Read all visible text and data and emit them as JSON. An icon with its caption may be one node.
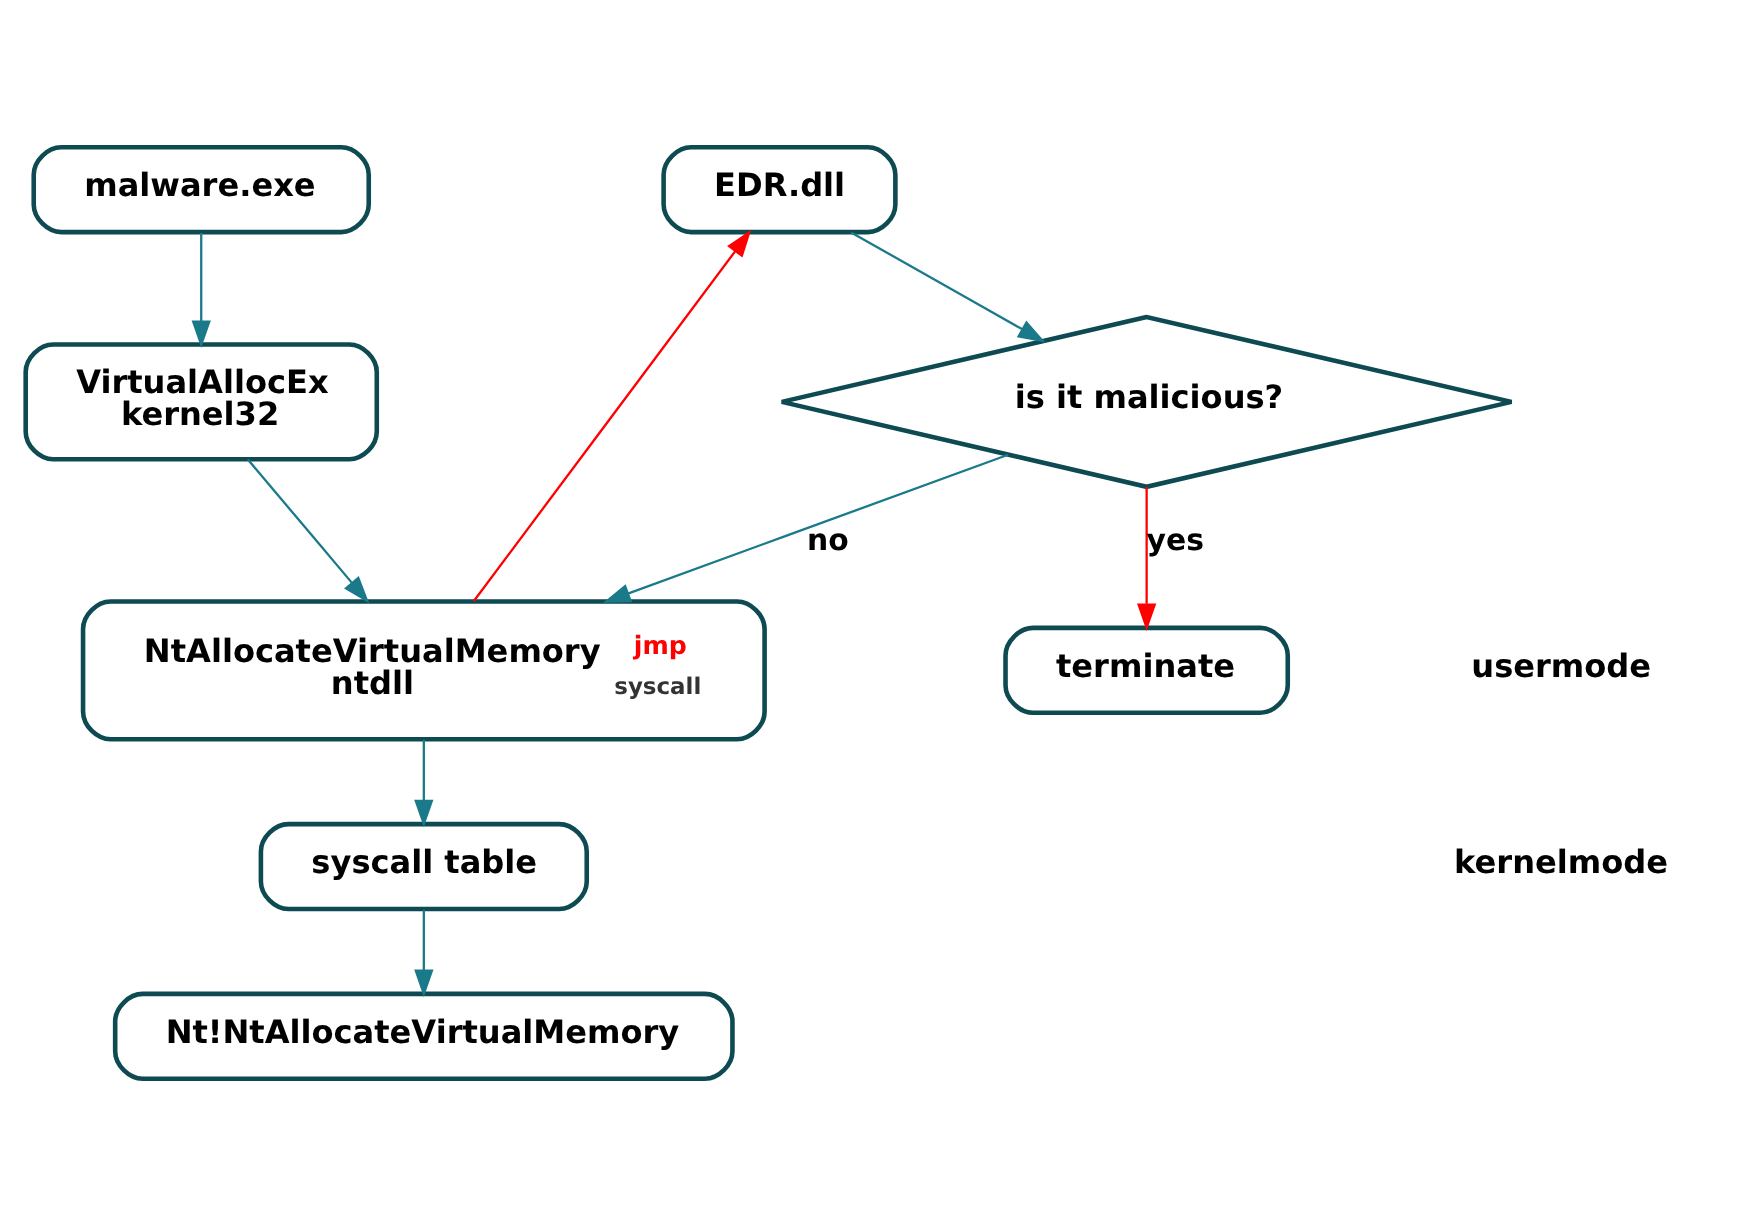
{
  "diagram": {
    "nodes": [
      {
        "text": [
          "malware.exe"
        ]
      },
      {
        "text": [
          "VirtualAllocEx",
          "kernel32"
        ]
      },
      {
        "text": [
          "NtAllocateVirtualMemory",
          "ntdll",
          "jmp",
          "syscall"
        ]
      },
      {
        "text": [
          "syscall table"
        ]
      },
      {
        "text": [
          "Nt!NtAllocateVirtualMemory"
        ]
      },
      {
        "text": [
          "EDR.dll"
        ]
      },
      {
        "text": [
          "is it malicious?"
        ]
      },
      {
        "text": [
          "terminate"
        ]
      }
    ],
    "edges": [
      {
        "from": 0,
        "to": 1,
        "arrow": "to"
      },
      {
        "from": 1,
        "to": 2,
        "arrow": "to"
      },
      {
        "from": 2,
        "to": 5,
        "arrow": "to",
        "color": "#ff0000"
      },
      {
        "from": 5,
        "to": 6,
        "arrow": "to"
      },
      {
        "from": 6,
        "to": 7,
        "arrow": "to",
        "label": "yes",
        "color": "#ff0000"
      },
      {
        "from": 6,
        "to": 2,
        "arrow": "to",
        "label": "no"
      },
      {
        "from": 2,
        "to": 3,
        "arrow": "to"
      },
      {
        "from": 3,
        "to": 4,
        "arrow": "to"
      }
    ],
    "labels": [
      "usermode",
      "kernelmode"
    ]
  }
}
